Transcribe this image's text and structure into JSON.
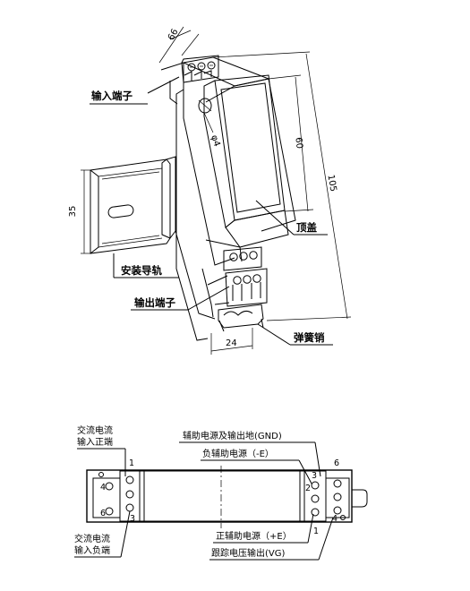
{
  "iso": {
    "labels": {
      "input_terminal": "输入端子",
      "mounting_rail": "安装导轨",
      "output_terminal": "输出端子",
      "top_cover": "顶盖",
      "spring_pin": "弹簧销"
    },
    "dims": {
      "d66": "66",
      "d35": "35",
      "d60": "60",
      "d105": "105",
      "d24": "24",
      "phi4": "φ4"
    }
  },
  "front": {
    "labels": {
      "ac_input_pos": [
        "交流电流",
        "输入正端"
      ],
      "ac_input_neg": [
        "交流电流",
        "输入负端"
      ],
      "aux_gnd": "辅助电源及输出地(GND)",
      "neg_aux": "负辅助电源（-E）",
      "pos_aux": "正辅助电源（+E）",
      "track_out": "跟踪电压输出(VG)"
    },
    "pins": {
      "p1_top": "1",
      "p3_bottom": "3",
      "p4": "4",
      "p6": "6",
      "r3": "3",
      "r2": "2",
      "r6": "6",
      "r4": "4",
      "r1": "1"
    }
  }
}
